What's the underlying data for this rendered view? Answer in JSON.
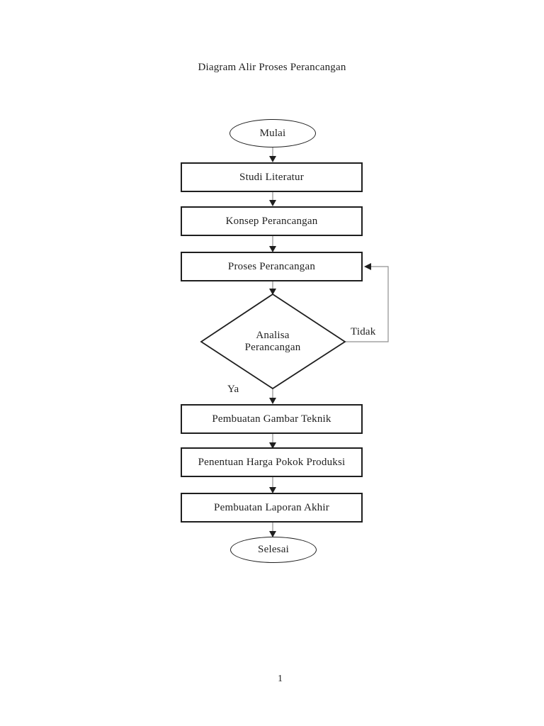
{
  "page": {
    "title": "Diagram Alir Proses Perancangan",
    "page_number": "1"
  },
  "colors": {
    "ink": "#1f1f1f",
    "connector_shaft": "#909090",
    "background": "#ffffff"
  },
  "flowchart": {
    "nodes": {
      "start": {
        "type": "terminator",
        "label": "Mulai"
      },
      "studi_literatur": {
        "type": "process",
        "label": "Studi Literatur"
      },
      "konsep_perancangan": {
        "type": "process",
        "label": "Konsep Perancangan"
      },
      "proses_perancangan": {
        "type": "process",
        "label": "Proses Perancangan"
      },
      "analisa_perancangan": {
        "type": "decision",
        "label": "Analisa Perancangan"
      },
      "pembuatan_gambar_teknik": {
        "type": "process",
        "label": "Pembuatan Gambar Teknik"
      },
      "penentuan_harga_pokok_produksi": {
        "type": "process",
        "label": "Penentuan Harga Pokok Produksi"
      },
      "pembuatan_laporan_akhir": {
        "type": "process",
        "label": "Pembuatan Laporan Akhir"
      },
      "end": {
        "type": "terminator",
        "label": "Selesai"
      }
    },
    "branch_labels": {
      "yes": "Ya",
      "no": "Tidak"
    },
    "edges": [
      {
        "from": "Mulai",
        "to": "Studi Literatur"
      },
      {
        "from": "Studi Literatur",
        "to": "Konsep Perancangan"
      },
      {
        "from": "Konsep Perancangan",
        "to": "Proses Perancangan"
      },
      {
        "from": "Proses Perancangan",
        "to": "Analisa Perancangan"
      },
      {
        "from": "Analisa Perancangan",
        "to": "Proses Perancangan",
        "label": "Tidak"
      },
      {
        "from": "Analisa Perancangan",
        "to": "Pembuatan Gambar Teknik",
        "label": "Ya"
      },
      {
        "from": "Pembuatan Gambar Teknik",
        "to": "Penentuan Harga Pokok Produksi"
      },
      {
        "from": "Penentuan Harga Pokok Produksi",
        "to": "Pembuatan Laporan Akhir"
      },
      {
        "from": "Pembuatan Laporan Akhir",
        "to": "Selesai"
      }
    ]
  }
}
